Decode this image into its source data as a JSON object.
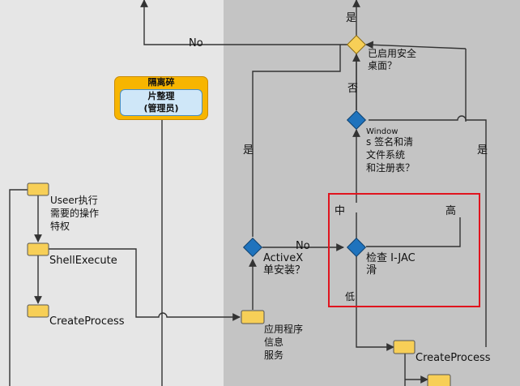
{
  "colors": {
    "left_bg": "#e6e6e6",
    "right_bg": "#c4c4c4",
    "node_fill": "#f7cf57",
    "diamond_fill": "#1f73bd",
    "highlight": "#e0141e",
    "line": "#333333"
  },
  "labels": {
    "no_top": "No",
    "yes_top": "是",
    "secure_desktop_1": "已启用安全",
    "secure_desktop_2": "桌面？",
    "no_mid": "否",
    "window_sig_1": "Window",
    "window_sig_2": "s 签名和清",
    "window_sig_3": "文件系统",
    "window_sig_4": "和注册表？",
    "yes_left": "是",
    "yes_right": "是",
    "user_op_1": "Useer执行",
    "user_op_2": "需要的操作",
    "user_op_3": "特权",
    "shell_execute": "ShellExecute",
    "create_process_left": "CreateProcess",
    "activex_1": "ActiveX",
    "activex_2": "单安装？",
    "no_activex": "No",
    "medium": "中",
    "high": "高",
    "uac_check_1": "检查 I-JAC",
    "uac_check_2": "滑",
    "low": "低",
    "app_info_1": "应用程序",
    "app_info_2": "信息",
    "app_info_3": "服务",
    "create_process_right": "CreateProcess"
  },
  "defrag": {
    "title": "隔离碎",
    "line1": "片整理",
    "line2": "(管理员)"
  }
}
